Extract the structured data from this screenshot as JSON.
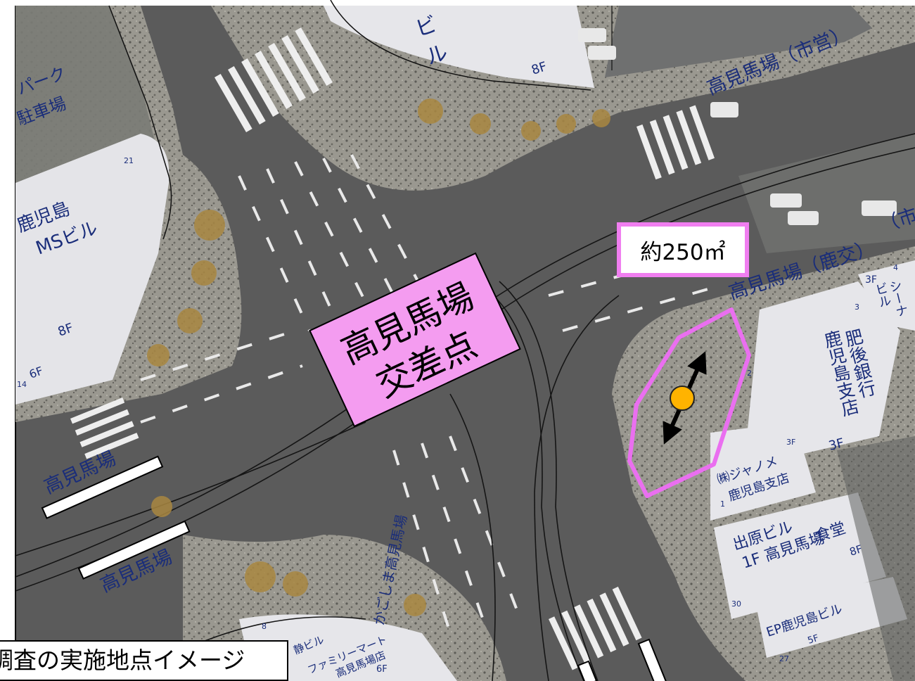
{
  "intersection_label": [
    "高見馬場",
    "交差点"
  ],
  "area_label": "約250㎡",
  "caption": "調査の実施地点イメージ",
  "road_labels": {
    "north_right": "高見馬場（市営）",
    "east_upper": "高見馬場（鹿交）",
    "east_upper_edge": "（市",
    "west_upper": "高見馬場",
    "west_lower": "高見馬場",
    "south": "かごしま高見馬場"
  },
  "buildings": {
    "nw_park": [
      "パーク",
      "駐車場"
    ],
    "ms": [
      "鹿児島",
      "MSビル"
    ],
    "ms_floor": "8F",
    "ms_floor2": "6F",
    "ms_num": "21",
    "ms_num2": "14",
    "north_bldg": [
      "ビ",
      "ル"
    ],
    "north_floor": "8F",
    "higo": [
      "肥後銀行",
      "鹿児島支店"
    ],
    "higo_floor": "3F",
    "higo_num": "3",
    "higo_num2": "2",
    "seana": [
      "シーナ",
      "ビル"
    ],
    "seana_floor": "3F",
    "seana_num": "4",
    "janome": [
      "㈱ジャノメ",
      "鹿児島支店"
    ],
    "janome_floor": "3F",
    "janome_num": "1",
    "idehara": [
      "出原ビル",
      "1F 高見馬場",
      "食堂"
    ],
    "idehara_floor": "8F",
    "idehara_num": "30",
    "ep": "EP鹿児島ビル",
    "ep_floor": "5F",
    "ep_num": "27",
    "south_bldg": [
      "静ビル",
      "ファミリーマート",
      "高見馬場店"
    ],
    "south_floor": "6F",
    "south_num": "8"
  },
  "colors": {
    "callout_border": "#f07ef0",
    "label_fill": "#f49cf0",
    "survey_point": "#ffb300",
    "area_outline": "#ea6ff0",
    "road_text": "#1a2d7a"
  }
}
